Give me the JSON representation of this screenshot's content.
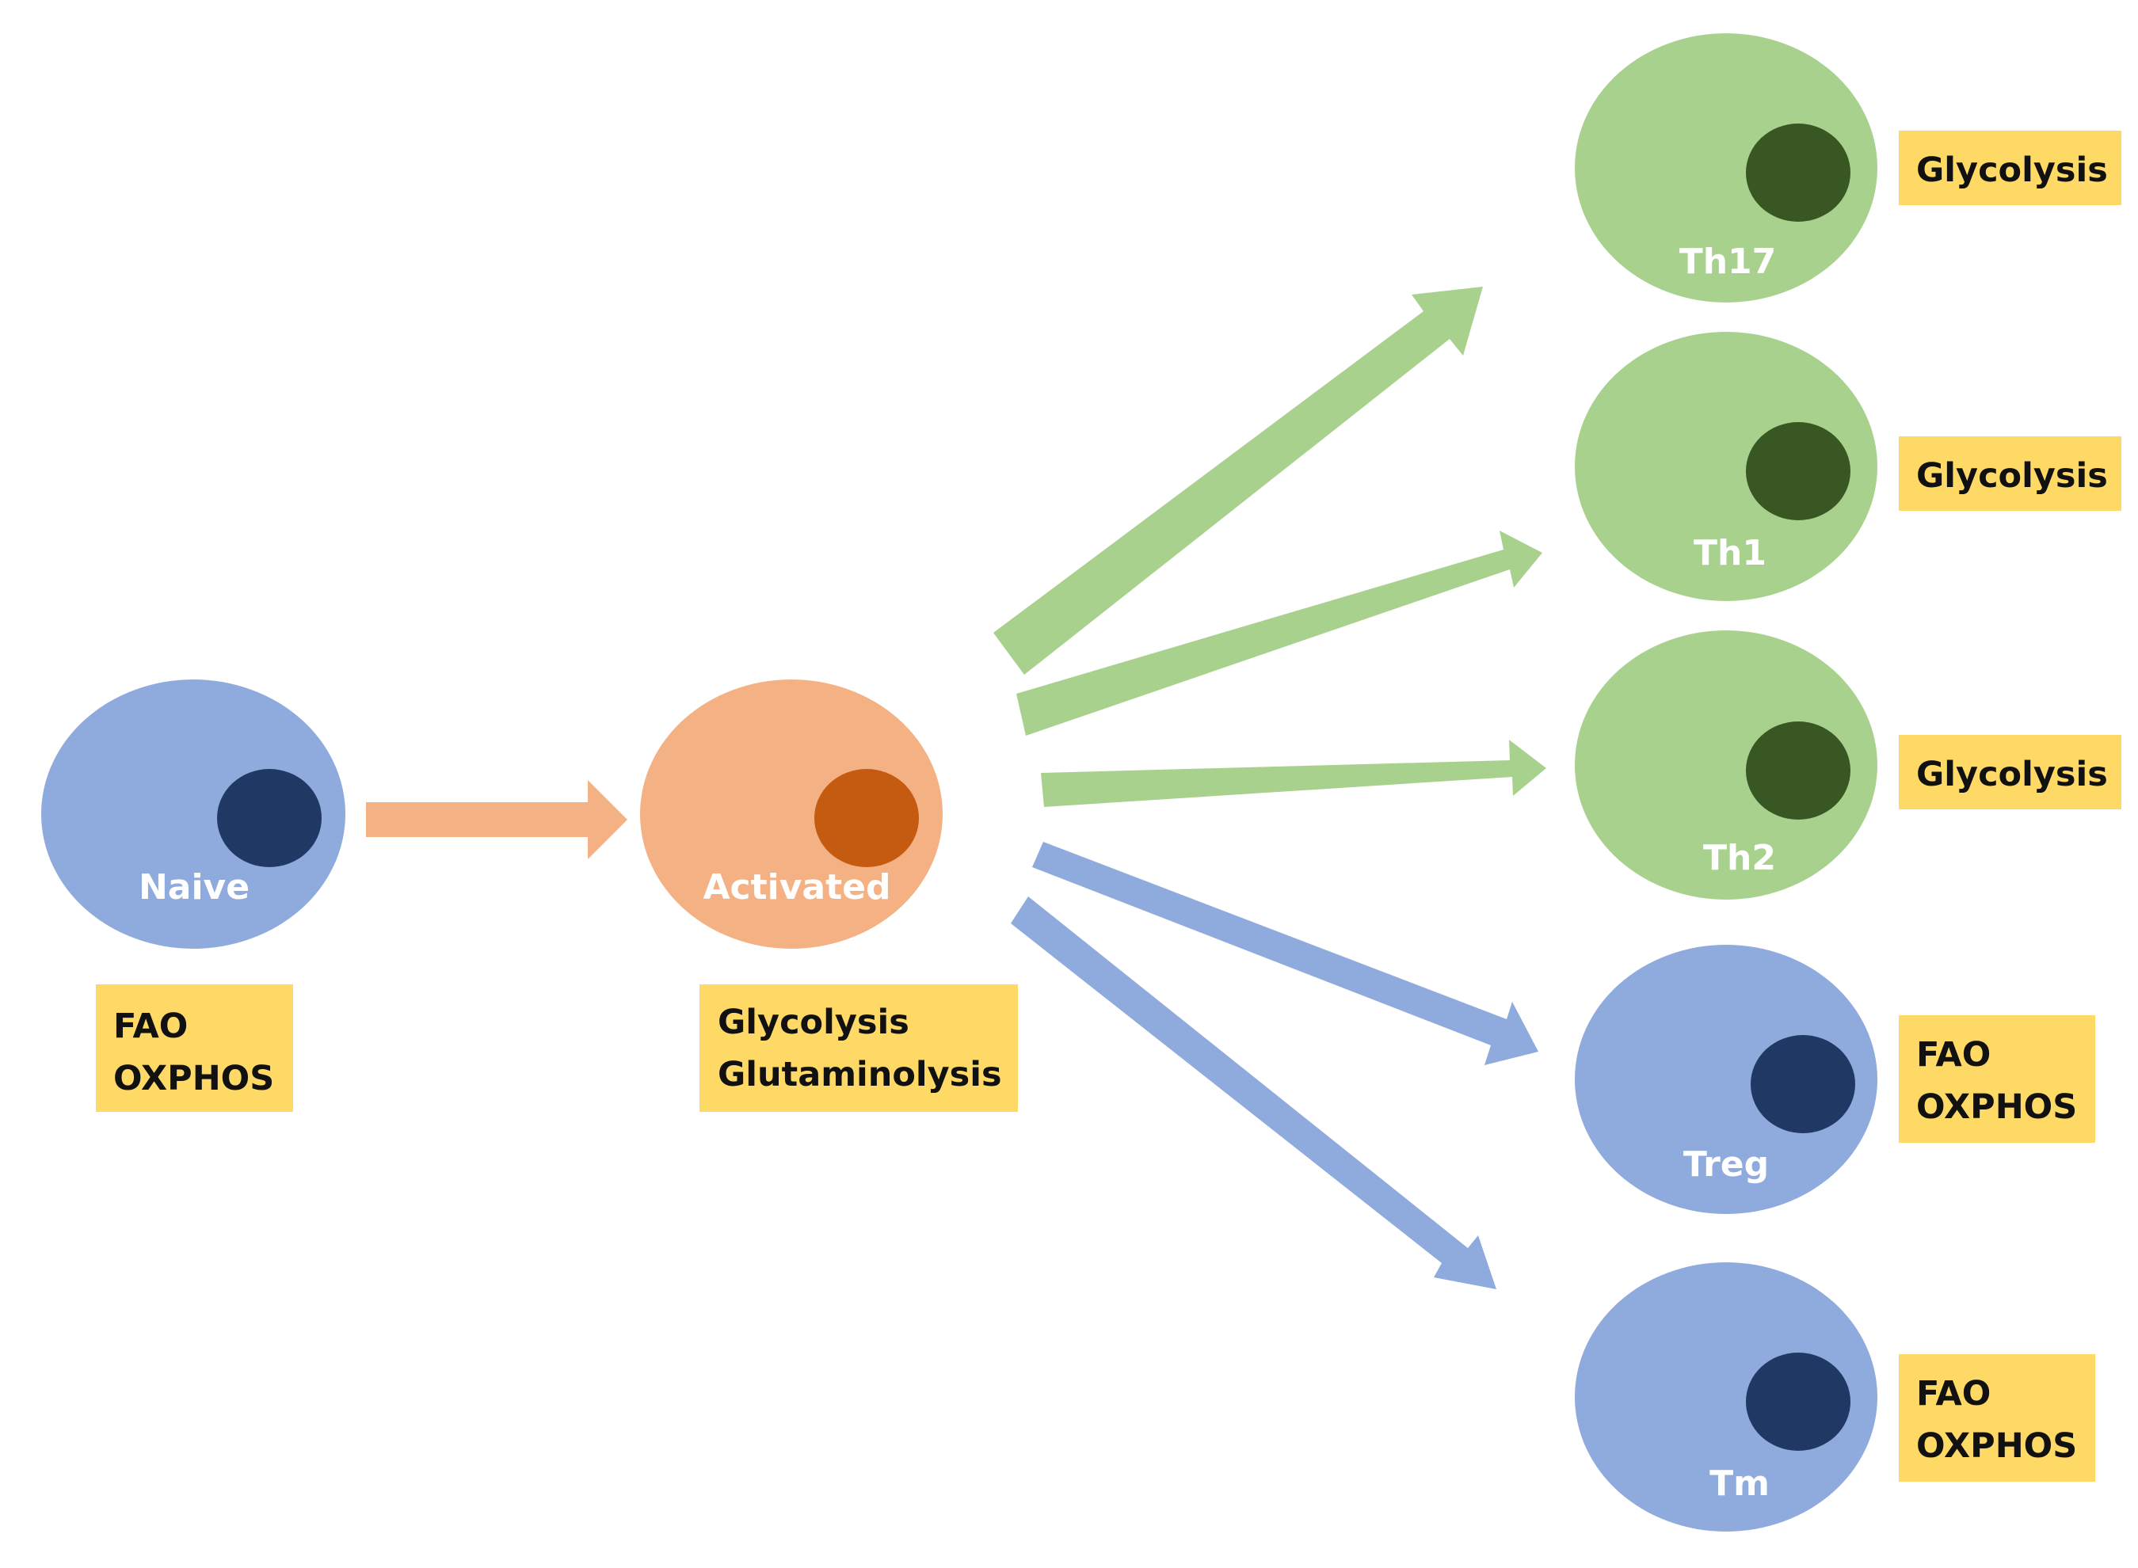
{
  "colors": {
    "blue_cell": "#8FAADC",
    "blue_nucleus": "#203864",
    "orange_cell": "#F4B183",
    "orange_nucleus": "#C55A11",
    "green_cell": "#A9D18E",
    "green_nucleus": "#385723",
    "label_box": "#FFD966",
    "background": "#FFFFFF"
  },
  "cells": {
    "naive": {
      "label": "Naive",
      "metabolism": [
        "FAO",
        "OXPHOS"
      ]
    },
    "activated": {
      "label": "Activated",
      "metabolism": [
        "Glycolysis",
        "Glutaminolysis"
      ]
    },
    "th17": {
      "label": "Th17",
      "metabolism": [
        "Glycolysis"
      ]
    },
    "th1": {
      "label": "Th1",
      "metabolism": [
        "Glycolysis"
      ]
    },
    "th2": {
      "label": "Th2",
      "metabolism": [
        "Glycolysis"
      ]
    },
    "treg": {
      "label": "Treg",
      "metabolism": [
        "FAO",
        "OXPHOS"
      ]
    },
    "tm": {
      "label": "Tm",
      "metabolism": [
        "FAO",
        "OXPHOS"
      ]
    }
  }
}
